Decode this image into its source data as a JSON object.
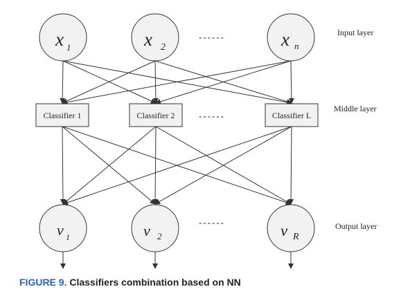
{
  "input_nodes": [
    {
      "symbol": "x",
      "subscript": "1"
    },
    {
      "symbol": "x",
      "subscript": "2"
    },
    {
      "symbol": "x",
      "subscript": "n"
    }
  ],
  "classifier_nodes": [
    "Classifier 1",
    "Classifier 2",
    "Classifier L"
  ],
  "output_nodes": [
    {
      "symbol": "v",
      "subscript": "1"
    },
    {
      "symbol": "v",
      "subscript": "2"
    },
    {
      "symbol": "v",
      "subscript": "R"
    }
  ],
  "layer_labels": {
    "input": "Input layer",
    "middle": "Middle layer",
    "output": "Output layer"
  },
  "ellipsis": "------",
  "caption": {
    "figure_label": "FIGURE 9.",
    "text": "Classifiers combination based on NN"
  },
  "colors": {
    "line": "#333333",
    "node_fill": "#f2f2f2",
    "caption_accent": "#2a63b8"
  }
}
